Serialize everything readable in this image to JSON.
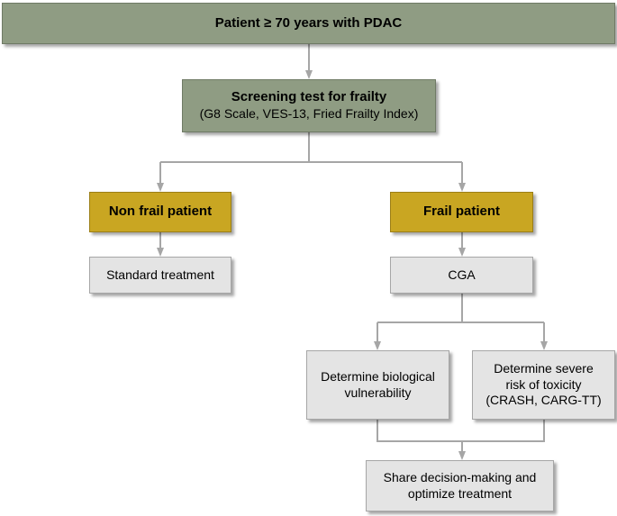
{
  "colors": {
    "header_fill": "#8f9c83",
    "category_fill": "#c9a622",
    "step_fill": "#e4e4e4",
    "connector": "#a6a6a6"
  },
  "nodes": {
    "patient": "Patient ≥ 70 years with PDAC",
    "screening_title": "Screening test for frailty",
    "screening_tools": "(G8 Scale, VES-13, Fried Frailty Index)",
    "non_frail": "Non frail patient",
    "frail": "Frail patient",
    "standard_treatment": "Standard treatment",
    "cga": "CGA",
    "biological_line1": "Determine biological",
    "biological_line2": "vulnerability",
    "toxicity_line1": "Determine severe",
    "toxicity_line2": "risk of toxicity",
    "toxicity_line3": "(CRASH, CARG-TT)",
    "decision_line1": "Share decision-making and",
    "decision_line2": "optimize treatment"
  }
}
